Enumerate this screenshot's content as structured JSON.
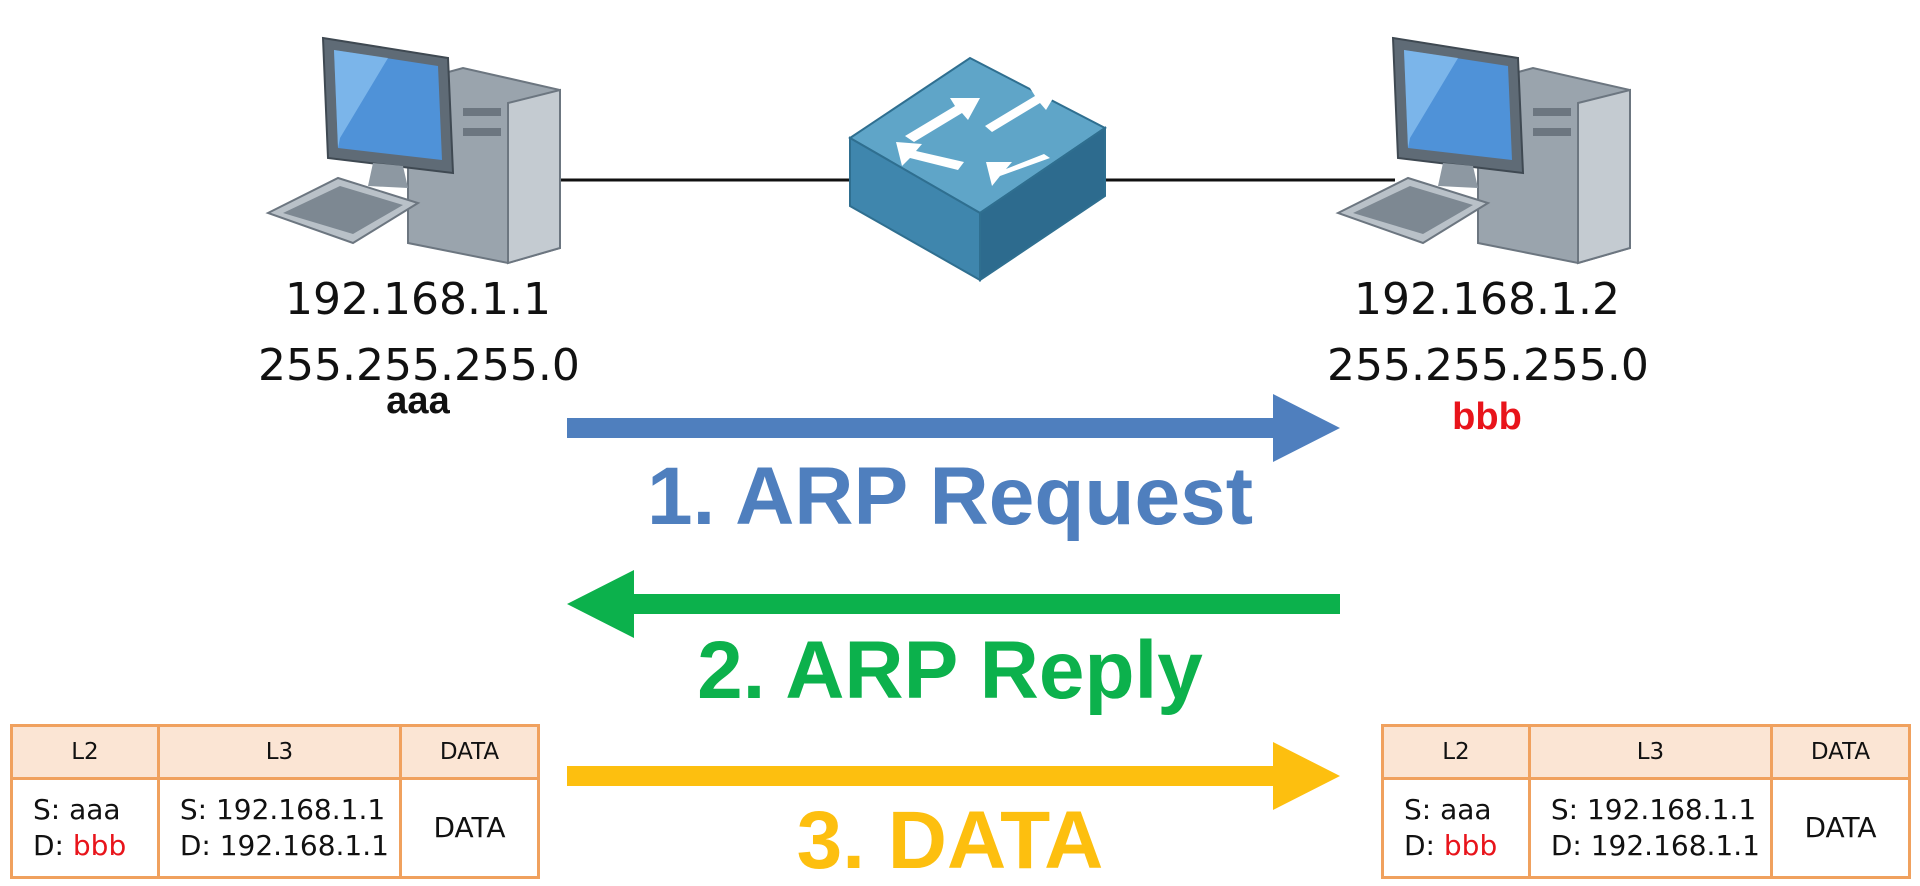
{
  "host_left": {
    "ip": "192.168.1.1",
    "mask": "255.255.255.0",
    "mac": "aaa"
  },
  "host_right": {
    "ip": "192.168.1.2",
    "mask": "255.255.255.0",
    "mac": "bbb"
  },
  "steps": [
    {
      "label": "1. ARP Request",
      "color": "#4f7fbe",
      "direction": "right"
    },
    {
      "label": "2. ARP Reply",
      "color": "#0cb14c",
      "direction": "left"
    },
    {
      "label": "3. DATA",
      "color": "#fdbf0f",
      "direction": "right"
    }
  ],
  "frame_table": {
    "headers": [
      "L2",
      "L3",
      "DATA"
    ],
    "l2_src_label": "S: ",
    "l2_src": "aaa",
    "l2_dst_label": "D: ",
    "l2_dst": "bbb",
    "l3_src": "S: 192.168.1.1",
    "l3_dst": "D: 192.168.1.1",
    "data": "DATA"
  },
  "colors": {
    "highlight": "#e8141b",
    "table_border": "#f0a15e",
    "table_header": "#fbe5d4"
  }
}
